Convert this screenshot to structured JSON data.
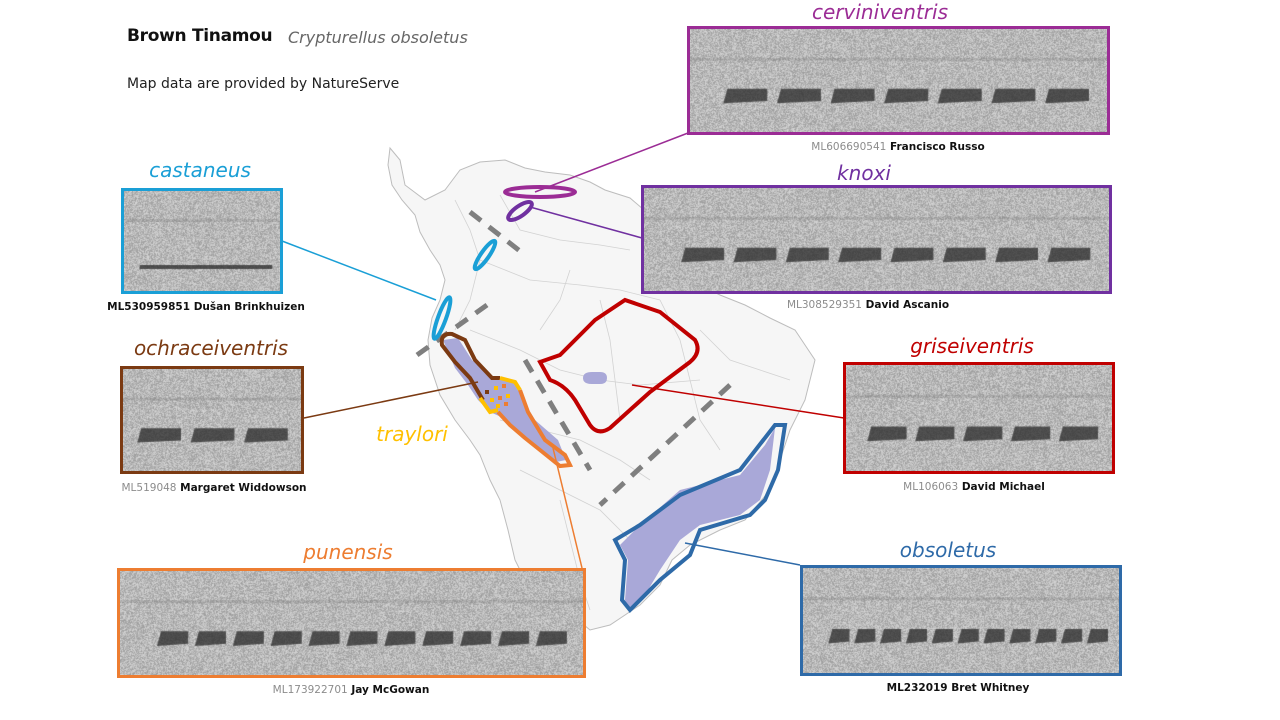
{
  "header": {
    "common_name": "Brown Tinamou",
    "scientific_name": "Crypturellus obsoletus",
    "map_credit": "Map data are provided by NatureServe"
  },
  "map": {
    "region": "South America",
    "range_fill_color": "#a9a8d8",
    "divider_color": "#7f7f7f",
    "divider_style": "dashed"
  },
  "subspecies": [
    {
      "id": "cerviniventris",
      "name": "cerviniventris",
      "color": "#9b2c95",
      "ml": "ML606690541",
      "recordist": "Francisco Russo",
      "notes": 7
    },
    {
      "id": "knoxi",
      "name": "knoxi",
      "color": "#7030a0",
      "ml": "ML308529351",
      "recordist": "David Ascanio",
      "notes": 8
    },
    {
      "id": "castaneus",
      "name": "castaneus",
      "color": "#1a9fd6",
      "ml": "ML530959851",
      "recordist": "Dušan Brinkhuizen",
      "notes": 1
    },
    {
      "id": "ochraceiventris",
      "name": "ochraceiventris",
      "color": "#7b3a12",
      "ml": "ML519048",
      "recordist": "Margaret Widdowson",
      "notes": 3
    },
    {
      "id": "griseiventris",
      "name": "griseiventris",
      "color": "#c00000",
      "ml": "ML106063",
      "recordist": "David Michael",
      "notes": 5
    },
    {
      "id": "traylori",
      "name": "traylori",
      "color": "#ffc000",
      "ml": "",
      "recordist": "",
      "notes": 0
    },
    {
      "id": "punensis",
      "name": "punensis",
      "color": "#ed7d31",
      "ml": "ML173922701",
      "recordist": "Jay McGowan",
      "notes": 11
    },
    {
      "id": "obsoletus",
      "name": "obsoletus",
      "color": "#2e6aa8",
      "ml": "ML232019",
      "recordist": "Bret Whitney",
      "notes": 11
    }
  ]
}
